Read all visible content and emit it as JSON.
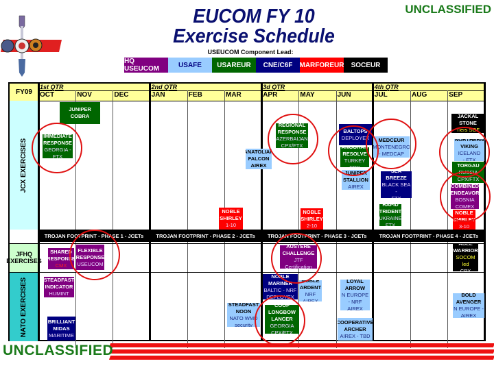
{
  "header": {
    "title_line1": "EUCOM FY 10",
    "title_line2": "Exercise Schedule",
    "lead_label": "USEUCOM Component Lead:",
    "classification": "UNCLASSIFIED"
  },
  "legend": [
    {
      "label": "HQ USEUCOM",
      "bg": "#800080",
      "fg": "#ffffff"
    },
    {
      "label": "USAFE",
      "bg": "#99ccff",
      "fg": "#000080"
    },
    {
      "label": "USAREUR",
      "bg": "#006600",
      "fg": "#ffffff"
    },
    {
      "label": "CNE/C6F",
      "bg": "#000080",
      "fg": "#ffffff"
    },
    {
      "label": "MARFOREUR",
      "bg": "#ff0000",
      "fg": "#ffffff"
    },
    {
      "label": "SOCEUR",
      "bg": "#000000",
      "fg": "#ffffff"
    }
  ],
  "colors": {
    "HQ": "#800080",
    "USAFE": "#99ccff",
    "USAREUR": "#006600",
    "CNE": "#000080",
    "MARFOREUR": "#ff0000",
    "SOCEUR": "#000000"
  },
  "grid": {
    "fy": "FY09",
    "quarters": [
      "1st QTR",
      "2nd QTR",
      "3d QTR",
      "4th QTR"
    ],
    "months": [
      "OCT",
      "NOV",
      "DEC",
      "JAN",
      "FEB",
      "MAR",
      "APR",
      "MAY",
      "JUN",
      "JUL",
      "AUG",
      "SEP"
    ],
    "sections": [
      "JCX EXERCISES",
      "JFHQ EXERCISES",
      "NATO EXERCISES"
    ],
    "trojan": [
      "TROJAN FOOTPRINT - PHASE 1 - JCETs",
      "TROJAN FOOTPRINT - PHASE 2 - JCETs",
      "TROJAN FOOTPRINT - PHASE 3 - JCETs",
      "TROJAN FOOTPRINT - PHASE 4 - JCETs"
    ]
  },
  "events": [
    {
      "title": "JUNIPER COBRA",
      "detail": "",
      "lead": "USAREUR"
    },
    {
      "title": "IMMEDIATE\nRESPONSE",
      "detail": "GEORGIA -\nFTX",
      "lead": "USAREUR"
    },
    {
      "title": "ANATOLIAN\nFALCON\nAIREX",
      "detail": "",
      "lead": "USAFE"
    },
    {
      "title": "NOBLE\nSHIRLEY",
      "detail": "1-10",
      "lead": "MARFOREUR"
    },
    {
      "title": "REGIONAL\nRESPONSE",
      "detail": "AZERBAIJAN\nCPX/FTX",
      "lead": "USAREUR"
    },
    {
      "title": "BALTOPS",
      "detail": "DEPLOYEX",
      "lead": "CNE"
    },
    {
      "title": "ANGORAN\nRESOLVE",
      "detail": "TURKEY CPX",
      "lead": "USAREUR"
    },
    {
      "title": "JUNIPER\nSTALLION",
      "detail": "AIREX",
      "lead": "USAFE"
    },
    {
      "title": "NOBLE\nSHIRLEY",
      "detail": "2-10",
      "lead": "MARFOREUR"
    },
    {
      "title": "MEDCEUR",
      "detail": "MONTENEGRO\n- MEDCAP",
      "lead": "USAFE"
    },
    {
      "title": "SEA BREEZE",
      "detail": "BLACK SEA -\nFTX",
      "lead": "CNE"
    },
    {
      "title": "RAPID\nTRIDENT",
      "detail": "UKRAINE\nFTX",
      "lead": "USAREUR"
    },
    {
      "title": "JACKAL\nSTONE",
      "detail": "Tiers SOF",
      "lead": "SOCEUR"
    },
    {
      "title": "NORTHERN\nVIKING",
      "detail": "ICELAND\n- FTX",
      "lead": "USAFE"
    },
    {
      "title": "TORGAU",
      "detail": "RUSSIA\nCPX/FTX",
      "lead": "USAREUR"
    },
    {
      "title": "COMBINED\nENDEAVOR",
      "detail": "BOSNIA\nCOMEX",
      "lead": "HQ"
    },
    {
      "title": "NOBLE\nSHIRLEY",
      "detail": "3-10",
      "lead": "MARFOREUR"
    },
    {
      "title": "SHARED\nRESPONSE",
      "detail": "CMX",
      "lead": "HQ"
    },
    {
      "title": "FLEXIBLE\nRESPONSE",
      "detail": "USEUCOM",
      "lead": "HQ"
    },
    {
      "title": "AUSTERE\nCHALLENGE",
      "detail": "JTF Certification",
      "lead": "HQ"
    },
    {
      "title": "ABLE\nWARRIOR",
      "detail": "SOCOM led",
      "detail2": "CPX",
      "lead": "SOCEUR"
    },
    {
      "title": "STEADFAST\nINDICATOR",
      "detail": "HUMINT",
      "lead": "HQ"
    },
    {
      "title": "BRILLIANT\nMIDAS",
      "detail": "MARITIME",
      "lead": "CNE"
    },
    {
      "title": "STEADFAST\nNOON",
      "detail": "NATO WMD\nsecurity",
      "lead": "USAFE"
    },
    {
      "title": "NOBLE\nMARINER",
      "detail": "BALTIC - NRF\nDEPLOYEX",
      "lead": "CNE"
    },
    {
      "title": "NOBLE\nARDENT",
      "detail": "NRF\nAIREX",
      "lead": "USAFE"
    },
    {
      "title": "COOP\nLONGBOW\nLANCER",
      "detail": "GEORGIA\nCPX/FTX",
      "lead": "USAREUR"
    },
    {
      "title": "LOYAL\nARROW",
      "detail": "N EUROPE\n- NRF\nAIREX",
      "lead": "USAFE"
    },
    {
      "title": "COOPERATIVE\nARCHER",
      "detail": "AIREX - TBD",
      "lead": "USAFE"
    },
    {
      "title": "BOLD\nAVENGER",
      "detail": "N EUROPE -\nAIREX",
      "lead": "USAFE"
    }
  ]
}
